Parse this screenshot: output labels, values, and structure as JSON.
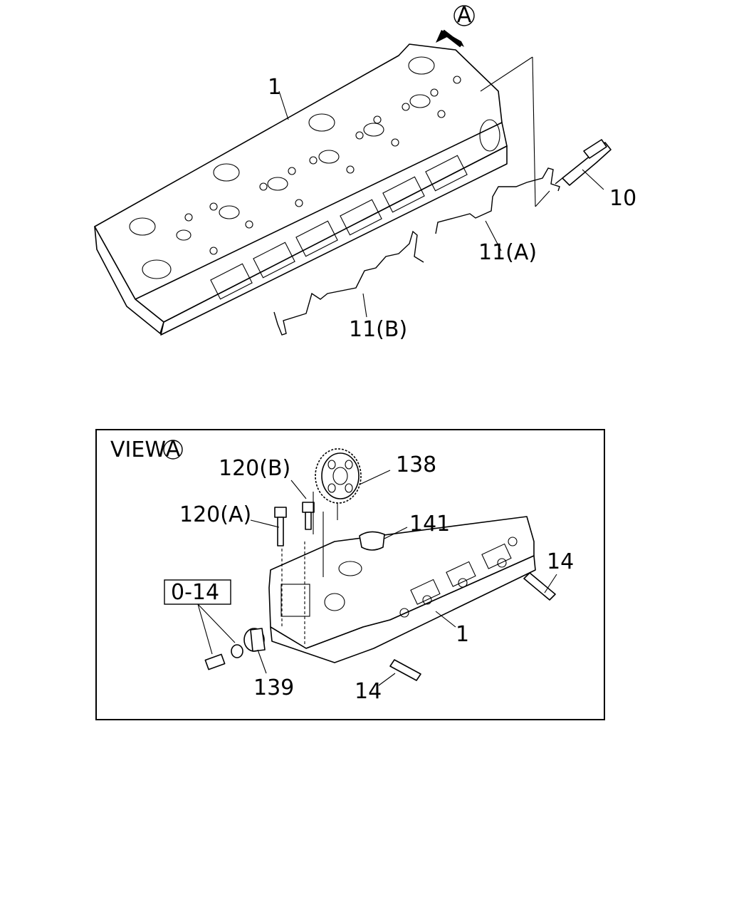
{
  "upper_view": {
    "callouts": {
      "cylinder_head": "1",
      "glow_plug": "10",
      "connector_a": "11(A)",
      "connector_b": "11(B)"
    },
    "view_marker": "A"
  },
  "view_a": {
    "title": "VIEW",
    "title_circle": "A",
    "callouts": {
      "bolt_120b": "120(B)",
      "bolt_120a": "120(A)",
      "gear": "138",
      "key": "141",
      "kit": "0-14",
      "cylinder_head": "1",
      "stud_right": "14",
      "stud_bottom": "14",
      "cap": "139"
    }
  }
}
